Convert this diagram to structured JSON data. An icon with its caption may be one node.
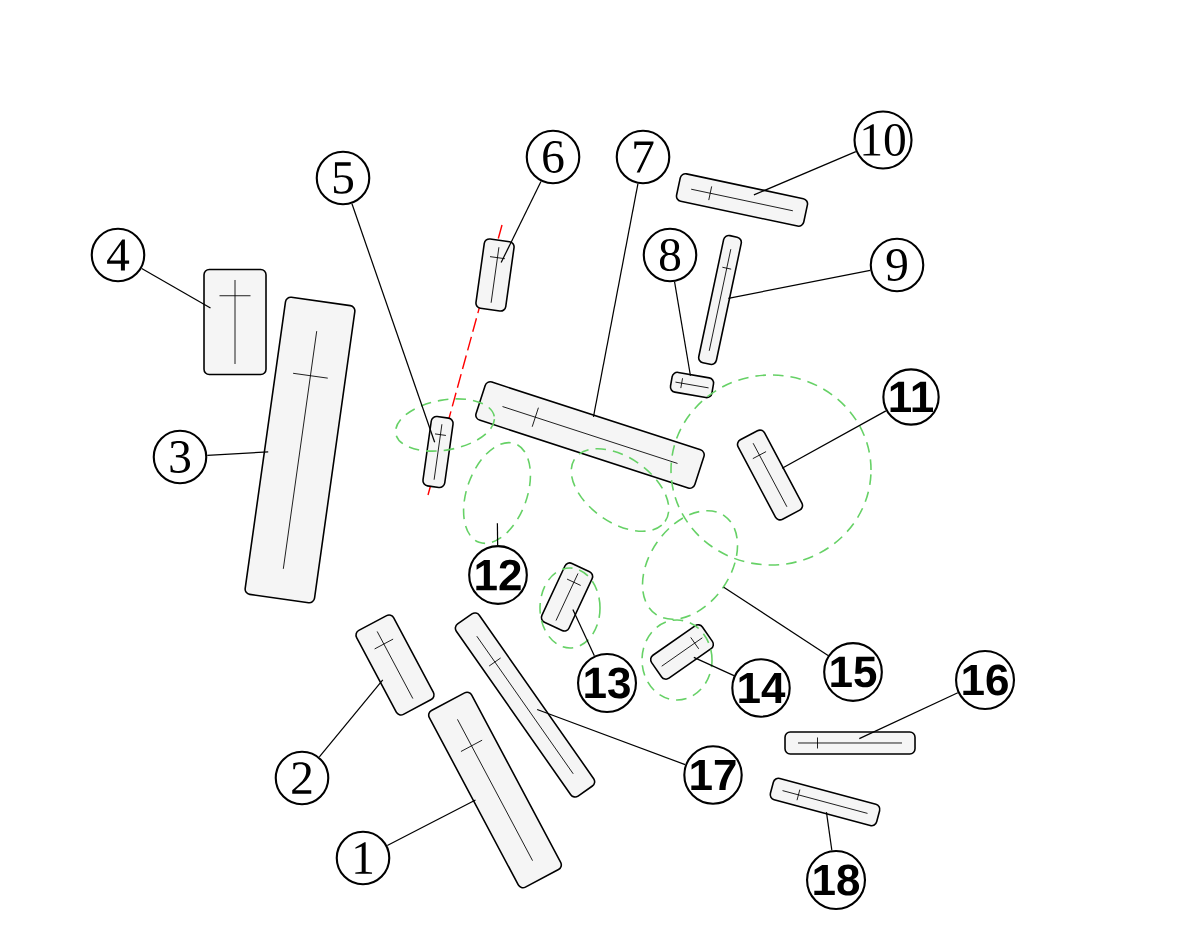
{
  "diagram": {
    "nodes": [
      {
        "text": [
          "1"
        ]
      },
      {
        "text": [
          "2"
        ]
      },
      {
        "text": [
          "3"
        ]
      },
      {
        "text": [
          "4"
        ]
      },
      {
        "text": [
          "5"
        ]
      },
      {
        "text": [
          "6"
        ]
      },
      {
        "text": [
          "7"
        ]
      },
      {
        "text": [
          "8"
        ]
      },
      {
        "text": [
          "9"
        ]
      },
      {
        "text": [
          "10"
        ]
      },
      {
        "text": [
          "11"
        ]
      },
      {
        "text": [
          "12"
        ]
      },
      {
        "text": [
          "13"
        ]
      },
      {
        "text": [
          "14"
        ]
      },
      {
        "text": [
          "15"
        ]
      },
      {
        "text": [
          "16"
        ]
      },
      {
        "text": [
          "17"
        ]
      },
      {
        "text": [
          "18"
        ]
      },
      {
        "text": [],
        "shape": "picture"
      },
      {
        "text": [],
        "shape": "picture"
      },
      {
        "text": [],
        "shape": "picture"
      },
      {
        "text": [],
        "shape": "picture"
      },
      {
        "text": [],
        "shape": "picture"
      },
      {
        "text": [],
        "shape": "picture"
      },
      {
        "text": [],
        "shape": "picture"
      },
      {
        "text": [],
        "shape": "picture"
      },
      {
        "text": [],
        "shape": "picture"
      },
      {
        "text": [],
        "shape": "picture"
      },
      {
        "text": [],
        "shape": "picture",
        "in": 38
      },
      {
        "text": [],
        "shape": "circle"
      },
      {
        "text": [],
        "shape": "picture",
        "in": 39
      },
      {
        "text": [],
        "shape": "picture",
        "in": 40
      },
      {
        "text": [],
        "shape": "circle"
      },
      {
        "text": [],
        "shape": "picture"
      },
      {
        "text": [],
        "shape": "picture"
      },
      {
        "text": [],
        "shape": "picture"
      },
      {
        "text": [],
        "shape": "circle"
      },
      {
        "text": [],
        "shape": "circle"
      },
      {
        "text": [],
        "shape": "circle"
      },
      {
        "text": [],
        "shape": "circle"
      },
      {
        "text": [],
        "shape": "circle"
      }
    ],
    "edges": [
      {
        "from": 0,
        "to": 18,
        "arrow": "none"
      },
      {
        "from": 1,
        "to": 19,
        "arrow": "none"
      },
      {
        "from": 2,
        "to": 20,
        "arrow": "none"
      },
      {
        "from": 3,
        "to": 21,
        "arrow": "none"
      },
      {
        "from": 4,
        "to": 22,
        "arrow": "none"
      },
      {
        "from": 5,
        "to": 23,
        "arrow": "none"
      },
      {
        "from": 6,
        "to": 24,
        "arrow": "none"
      },
      {
        "from": 7,
        "to": 25,
        "arrow": "none"
      },
      {
        "from": 8,
        "to": 26,
        "arrow": "none"
      },
      {
        "from": 9,
        "to": 27,
        "arrow": "none"
      },
      {
        "from": 10,
        "to": 28,
        "arrow": "none"
      },
      {
        "from": 11,
        "to": 29,
        "arrow": "none"
      },
      {
        "from": 12,
        "to": 30,
        "arrow": "none"
      },
      {
        "from": 13,
        "to": 31,
        "arrow": "none"
      },
      {
        "from": 14,
        "to": 32,
        "arrow": "none"
      },
      {
        "from": 15,
        "to": 33,
        "arrow": "none"
      },
      {
        "from": 16,
        "to": 34,
        "arrow": "none"
      },
      {
        "from": 17,
        "to": 35,
        "arrow": "none"
      }
    ]
  }
}
